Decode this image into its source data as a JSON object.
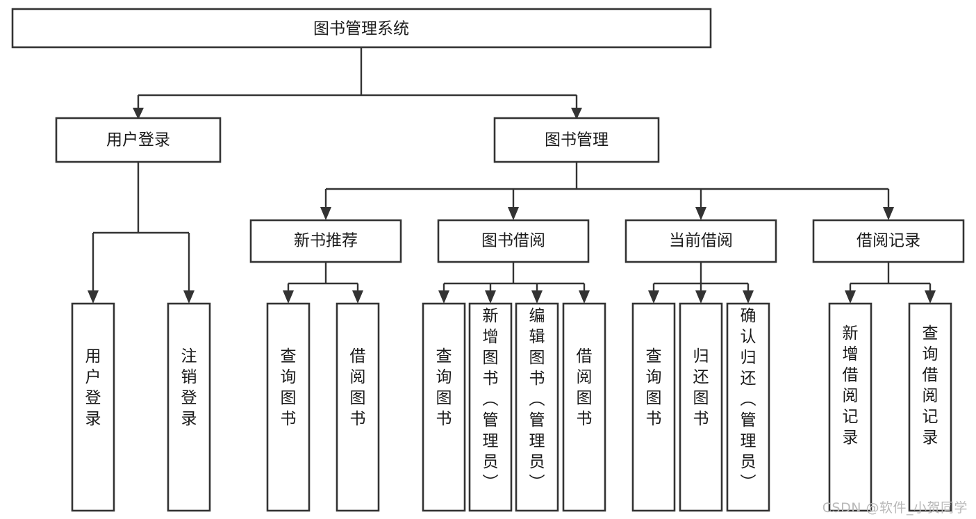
{
  "diagram": {
    "type": "tree-hierarchy",
    "title": "图书管理系统",
    "watermark": "CSDN @软件_小贺同学",
    "colors": {
      "box_stroke": "#333333",
      "box_fill": "#ffffff",
      "text": "#1a1a1a",
      "background": "#ffffff",
      "watermark": "#b9b9b9"
    },
    "levels": {
      "level1": [
        {
          "id": "root",
          "label": "图书管理系统"
        }
      ],
      "level2": [
        {
          "id": "user-login",
          "label": "用户登录"
        },
        {
          "id": "book-management",
          "label": "图书管理"
        }
      ],
      "level3": [
        {
          "id": "new-book-recommend",
          "label": "新书推荐"
        },
        {
          "id": "book-borrow",
          "label": "图书借阅"
        },
        {
          "id": "current-borrow",
          "label": "当前借阅"
        },
        {
          "id": "borrow-record",
          "label": "借阅记录"
        }
      ]
    },
    "leaves": {
      "user-login": [
        {
          "id": "leaf-user-login",
          "label": "用户登录"
        },
        {
          "id": "leaf-logout-login",
          "label": "注销登录"
        }
      ],
      "new-book-recommend": [
        {
          "id": "leaf-query-book-1",
          "label": "查询图书"
        },
        {
          "id": "leaf-borrow-book-1",
          "label": "借阅图书"
        }
      ],
      "book-borrow": [
        {
          "id": "leaf-query-book-2",
          "label": "查询图书"
        },
        {
          "id": "leaf-add-book",
          "label": "新增图书（管理员）"
        },
        {
          "id": "leaf-edit-book",
          "label": "编辑图书（管理员）"
        },
        {
          "id": "leaf-borrow-book-2",
          "label": "借阅图书"
        }
      ],
      "current-borrow": [
        {
          "id": "leaf-query-book-3",
          "label": "查询图书"
        },
        {
          "id": "leaf-return-book",
          "label": "归还图书"
        },
        {
          "id": "leaf-confirm-return",
          "label": "确认归还（管理员）"
        }
      ],
      "borrow-record": [
        {
          "id": "leaf-add-record",
          "label": "新增借阅记录"
        },
        {
          "id": "leaf-query-record",
          "label": "查询借阅记录"
        }
      ]
    }
  }
}
